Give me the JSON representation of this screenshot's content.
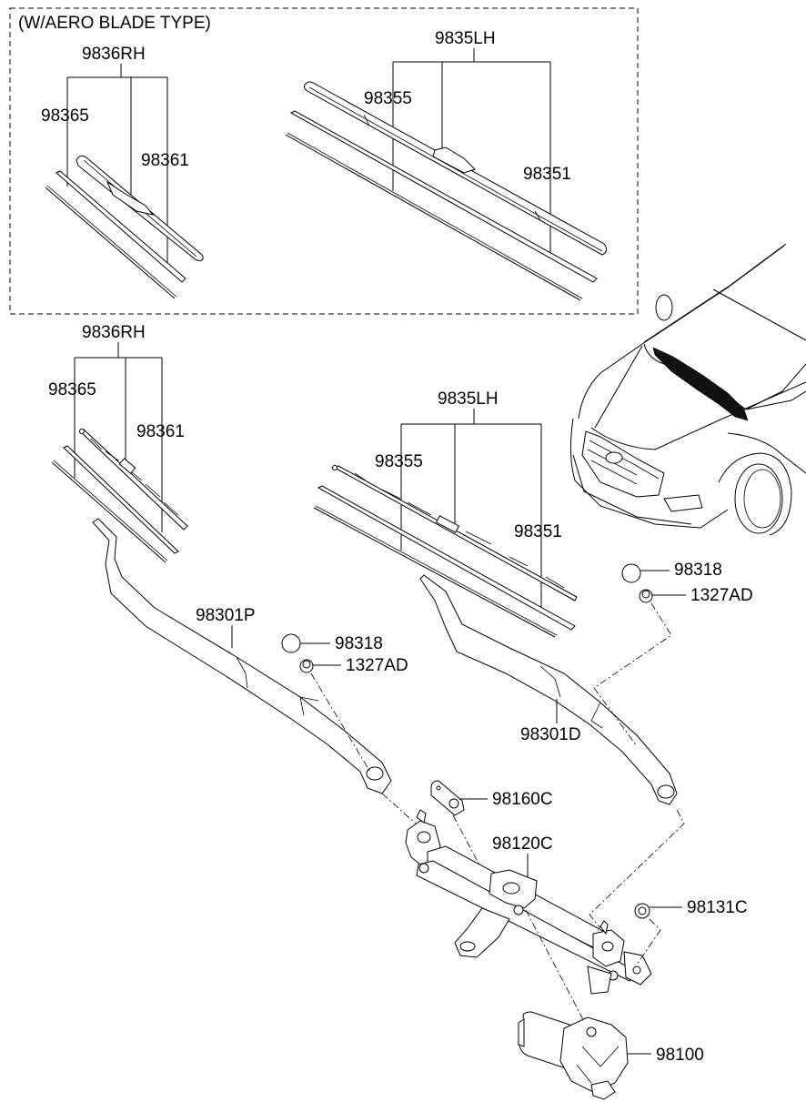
{
  "diagram": {
    "type": "exploded-parts-diagram",
    "subject": "Windshield wiper assembly",
    "inset": {
      "title": "(W/AERO BLADE TYPE)",
      "rh_blade": {
        "assembly": "9836RH",
        "parts": [
          "98365",
          "98361"
        ]
      },
      "lh_blade": {
        "assembly": "9835LH",
        "parts": [
          "98355",
          "98351"
        ]
      }
    },
    "main": {
      "rh_blade": {
        "assembly": "9836RH",
        "parts": [
          "98365",
          "98361"
        ]
      },
      "lh_blade": {
        "assembly": "9835LH",
        "parts": [
          "98355",
          "98351"
        ]
      },
      "rh_arm": "98301P",
      "lh_arm": "98301D",
      "rh_cap": "98318",
      "rh_nut": "1327AD",
      "lh_cap": "98318",
      "lh_nut": "1327AD",
      "bracket_bolt": "98160C",
      "linkage": "98120C",
      "linkage_nut": "98131C",
      "motor": "98100"
    },
    "vehicle_view": "front-left view of SUV showing wiper location"
  }
}
